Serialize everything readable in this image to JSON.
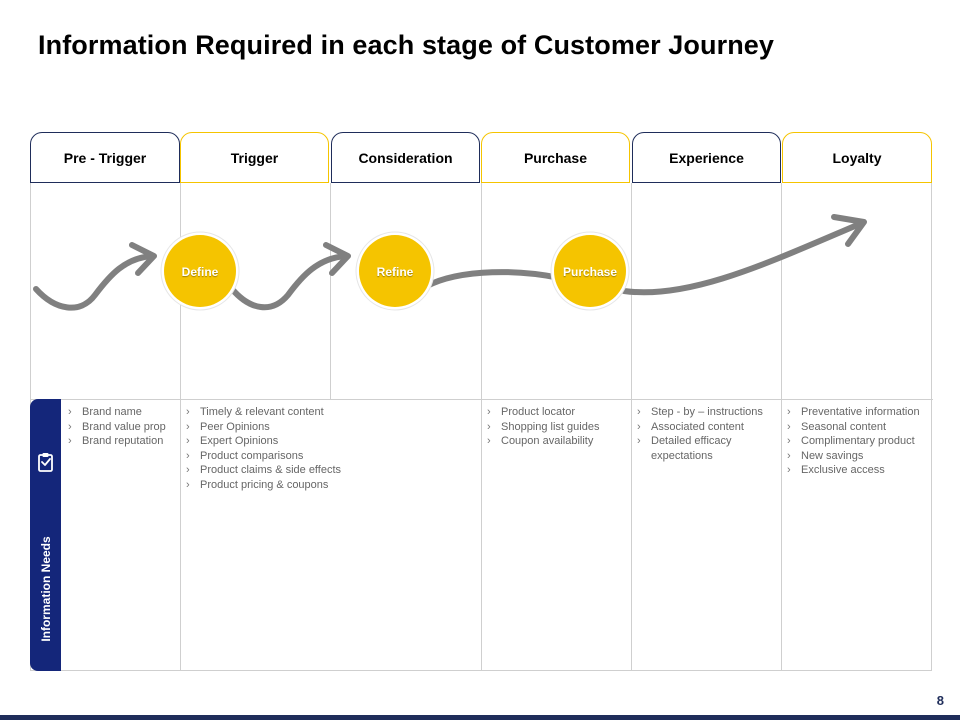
{
  "title": "Information Required in each stage of Customer Journey",
  "stages": [
    {
      "label": "Pre - Trigger",
      "accent": "#1f2d5a"
    },
    {
      "label": "Trigger",
      "accent": "#f5c400"
    },
    {
      "label": "Consideration",
      "accent": "#1f2d5a"
    },
    {
      "label": "Purchase",
      "accent": "#f5c400"
    },
    {
      "label": "Experience",
      "accent": "#1f2d5a"
    },
    {
      "label": "Loyalty",
      "accent": "#f5c400"
    }
  ],
  "milestones": [
    {
      "label": "Define"
    },
    {
      "label": "Refine"
    },
    {
      "label": "Purchase"
    }
  ],
  "info_band": {
    "label": "Information Needs",
    "icon": "clipboard-check-icon"
  },
  "needs": {
    "pre_trigger": [
      "Brand name",
      "Brand value prop",
      "Brand reputation"
    ],
    "trigger_consideration": [
      "Timely & relevant content",
      "Peer Opinions",
      "Expert Opinions",
      "Product comparisons",
      "Product claims & side effects",
      "Product pricing & coupons"
    ],
    "purchase": [
      "Product locator",
      "Shopping list guides",
      "Coupon availability"
    ],
    "experience": [
      "Step - by – instructions",
      "Associated content",
      "Detailed efficacy expectations"
    ],
    "loyalty": [
      "Preventative information",
      "Seasonal content",
      "Complimentary product",
      "New savings",
      "Exclusive access"
    ]
  },
  "colors": {
    "navy": "#1f2d5a",
    "band": "#14267a",
    "gold": "#f5c400",
    "arrow": "#808080"
  },
  "page_number": "8"
}
